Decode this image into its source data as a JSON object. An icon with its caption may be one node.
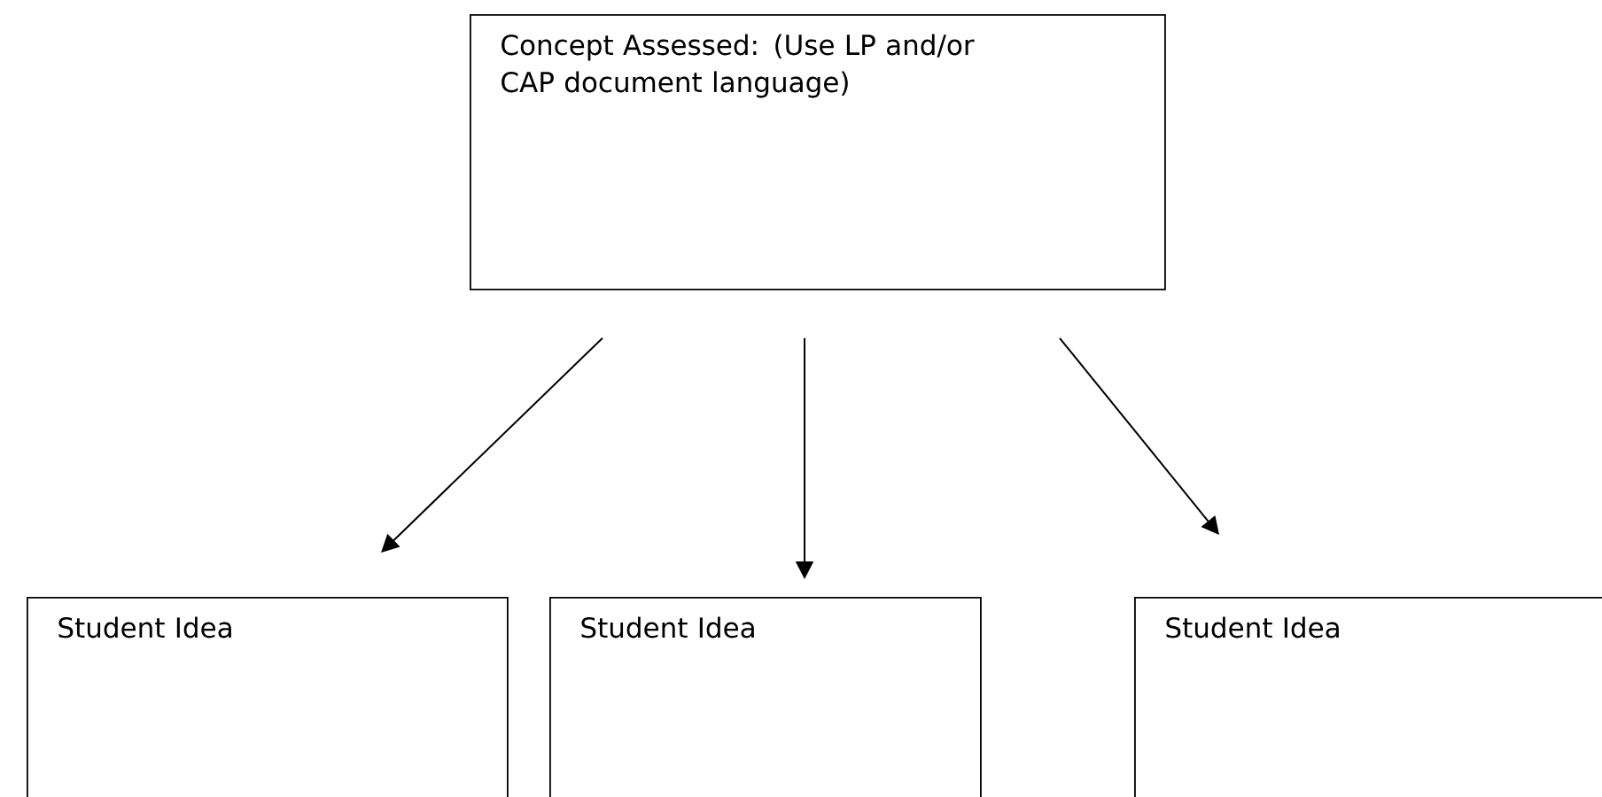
{
  "diagram": {
    "nodes": [
      {
        "text": [
          "Concept Assessed: (Use LP and/or CAP document language)"
        ]
      },
      {
        "text": [
          "Student Idea"
        ]
      },
      {
        "text": [
          "Student Idea"
        ]
      },
      {
        "text": [
          "Student Idea"
        ]
      }
    ],
    "edges": [
      {
        "from": 0,
        "to": 1,
        "arrow": "to"
      },
      {
        "from": 0,
        "to": 2,
        "arrow": "to"
      },
      {
        "from": 0,
        "to": 3,
        "arrow": "to"
      }
    ]
  }
}
